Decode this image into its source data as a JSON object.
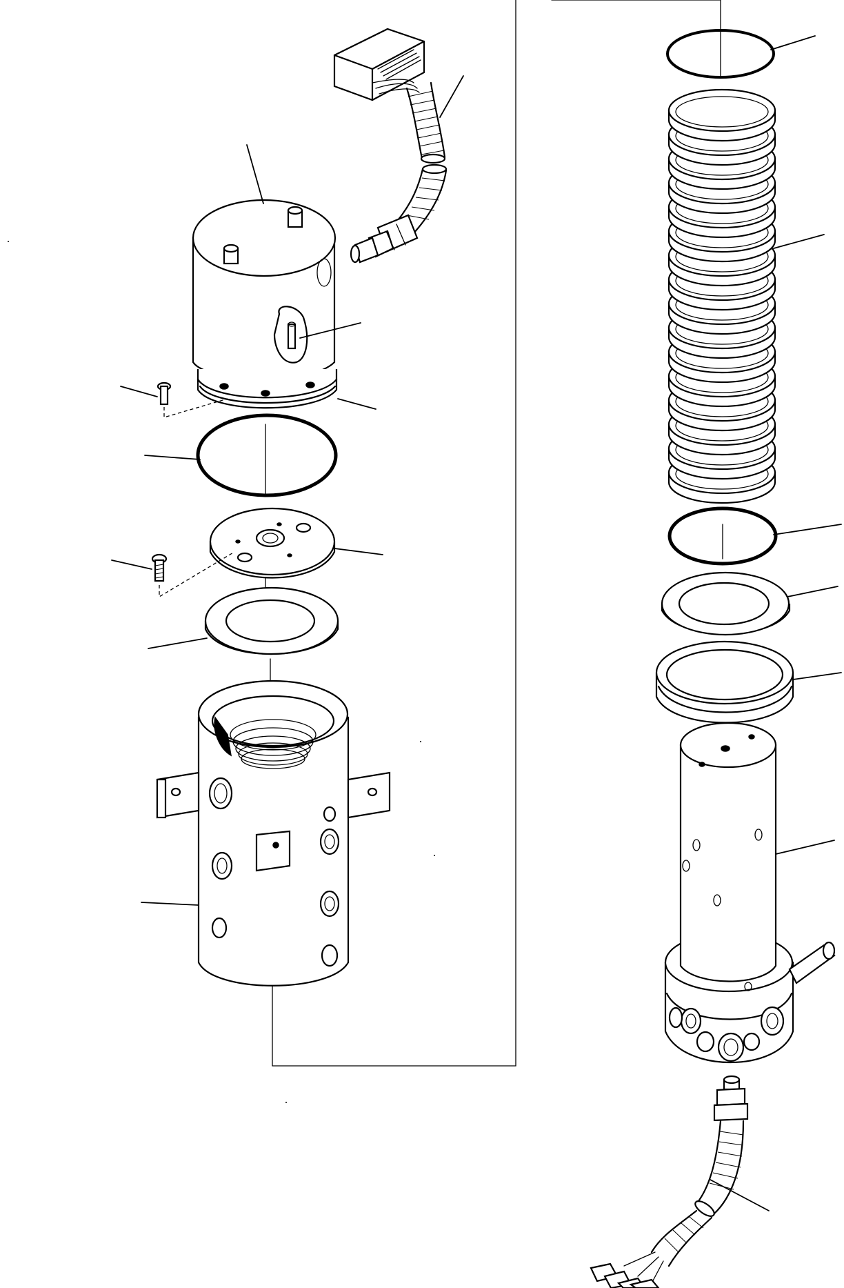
{
  "figure": {
    "labels": [],
    "callouts": {
      "left_assembly": [
        "electrical-connector",
        "cable-harness",
        "cover-cap",
        "set-screw",
        "cover-seal",
        "cap-screw",
        "o-ring",
        "retaining-plate",
        "countersunk-screw",
        "thrust-washer",
        "swivel-housing"
      ],
      "right_assembly": [
        "top-o-ring",
        "seal-ring-stack",
        "lower-o-ring",
        "spacer-ring",
        "bearing-ring",
        "swivel-spindle",
        "lower-cable-harness"
      ]
    }
  }
}
